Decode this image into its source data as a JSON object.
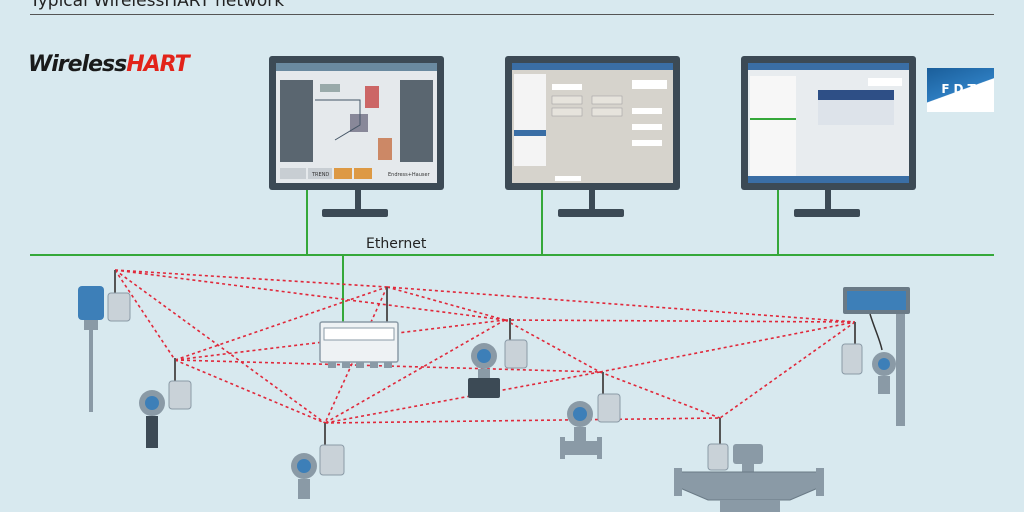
{
  "title": "Typical WirelessHART network",
  "network_label": "Ethernet",
  "logos": {
    "wirelesshart_part1": "Wireless",
    "wirelesshart_part2": "HART",
    "fdt": "FDT"
  },
  "colors": {
    "background": "#d8e9ef",
    "network_line": "#35a83a",
    "mesh_link": "#e0283a",
    "device_body": "#8a9aa6",
    "transmitter_blue": "#3d7fb8",
    "screen_frame": "#3c4a55"
  },
  "scada_screen": {
    "button_trend": "TREND",
    "brand": "Endress+Hauser"
  }
}
